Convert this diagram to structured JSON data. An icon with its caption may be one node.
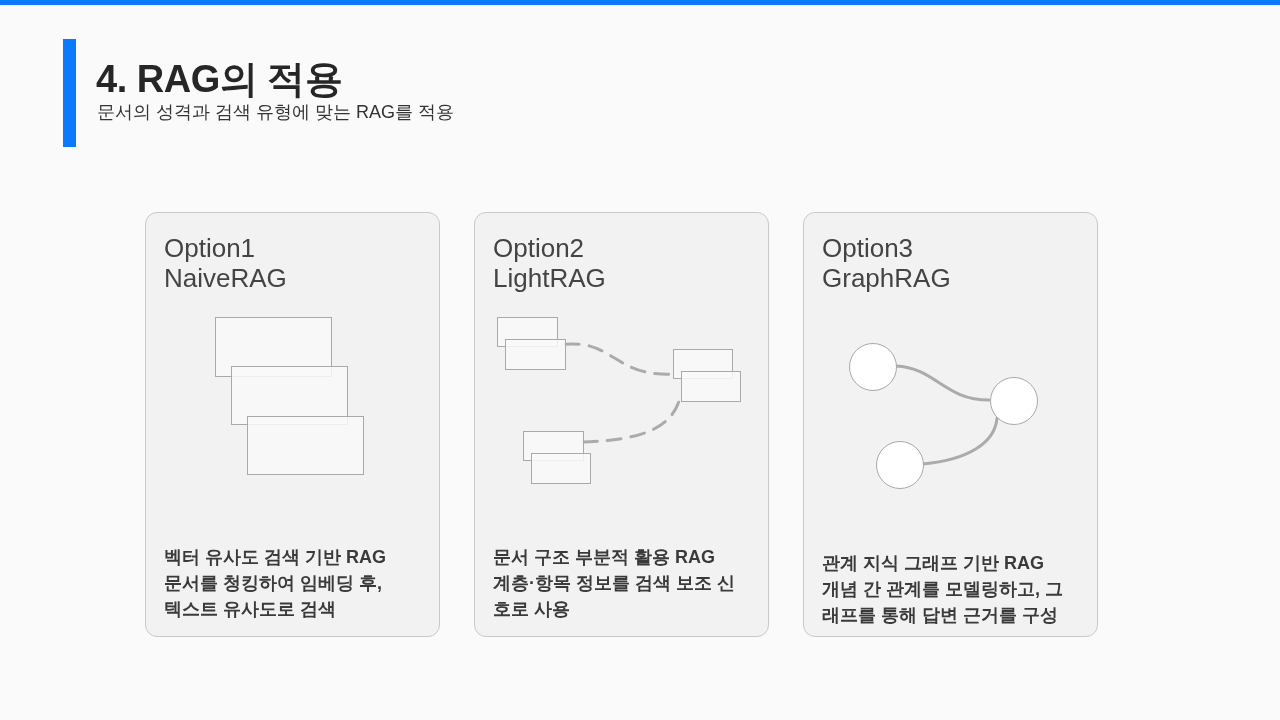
{
  "diagram": {
    "title": "4. RAG의 적용",
    "labels": [
      "문서의 성격과 검색 유형에 맞는 RAG를 적용"
    ],
    "nodes": [
      {
        "text": [
          "Option1 NaiveRAG",
          "벡터 유사도 검색 기반 RAG",
          "문서를 청킹하여 임베딩 후, 텍스트 유사도로 검색"
        ]
      },
      {
        "text": [],
        "shape": "box",
        "in": 0
      },
      {
        "text": [],
        "shape": "box",
        "in": 0
      },
      {
        "text": [],
        "shape": "box",
        "in": 0
      },
      {
        "text": [
          "Option2 LightRAG",
          "문서 구조 부분적 활용 RAG",
          "계층·항목 정보를 검색 보조 신호로 사용"
        ]
      },
      {
        "text": [],
        "shape": "box",
        "in": 4
      },
      {
        "text": [],
        "shape": "box",
        "in": 4
      },
      {
        "text": [],
        "shape": "box",
        "in": 4
      },
      {
        "text": [],
        "shape": "box",
        "in": 4
      },
      {
        "text": [],
        "shape": "box",
        "in": 4
      },
      {
        "text": [],
        "shape": "box",
        "in": 4
      },
      {
        "text": [
          "Option3 GraphRAG",
          "관계 지식 그래프 기반 RAG",
          "개념 간 관계를 모델링하고, 그래프를 통해 답변 근거를 구성"
        ]
      },
      {
        "text": [],
        "shape": "circle",
        "in": 11
      },
      {
        "text": [],
        "shape": "circle",
        "in": 11
      },
      {
        "text": [],
        "shape": "circle",
        "in": 11
      }
    ],
    "edges": [
      {
        "from": 6,
        "to": 7,
        "arrow": "none",
        "style": "dashed"
      },
      {
        "from": 9,
        "to": 8,
        "arrow": "none",
        "style": "dashed"
      },
      {
        "from": 12,
        "to": 13,
        "arrow": "none"
      },
      {
        "from": 14,
        "to": 13,
        "arrow": "none"
      }
    ]
  }
}
